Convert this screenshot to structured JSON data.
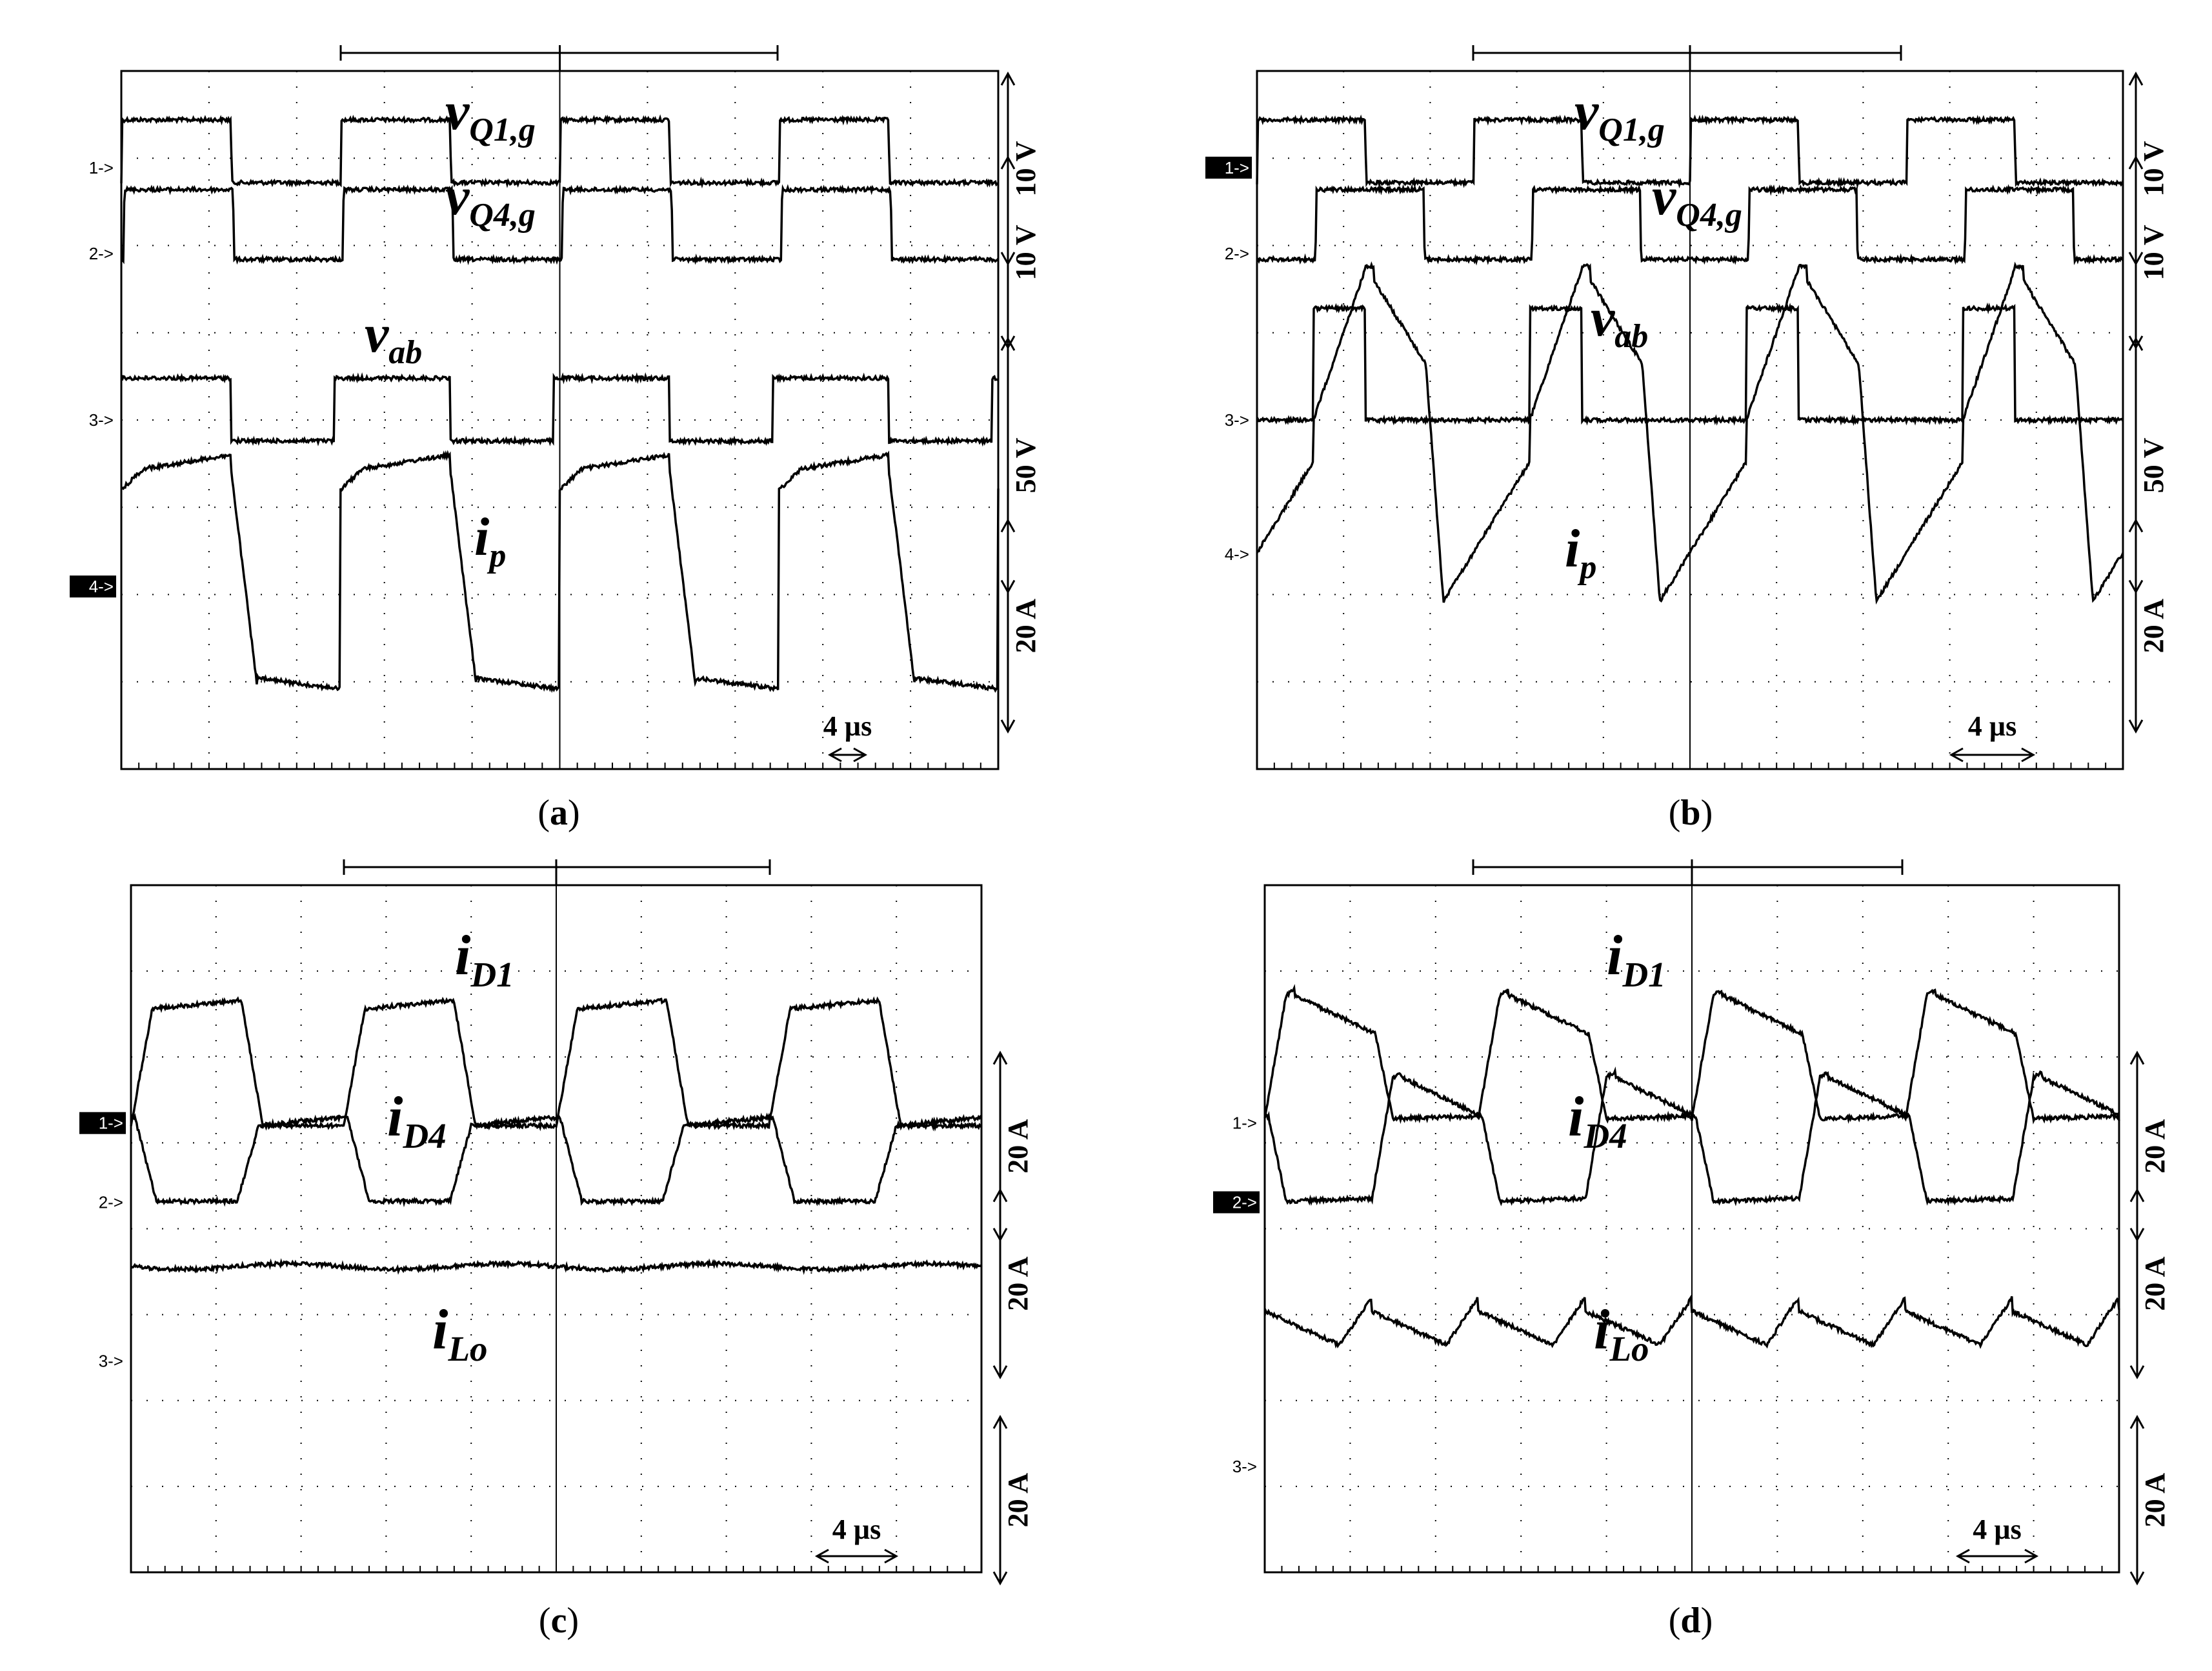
{
  "chart_data": [
    {
      "type": "line",
      "caption": "a",
      "time_scale_label": "4 µs",
      "channels": [
        {
          "marker": "1->",
          "highlighted": false,
          "scale_label": "10 V",
          "signal_label": {
            "main": "v",
            "sub": "Q1,g"
          }
        },
        {
          "marker": "2->",
          "highlighted": false,
          "scale_label": "10 V",
          "signal_label": {
            "main": "v",
            "sub": "Q4,g"
          }
        },
        {
          "marker": "3->",
          "highlighted": false,
          "scale_label": "50 V",
          "signal_label": {
            "main": "v",
            "sub": "ab"
          }
        },
        {
          "marker": "4->",
          "highlighted": true,
          "scale_label": "20 A",
          "signal_label": {
            "main": "i",
            "sub": "p"
          }
        }
      ]
    },
    {
      "type": "line",
      "caption": "b",
      "time_scale_label": "4 µs",
      "channels": [
        {
          "marker": "1->",
          "highlighted": true,
          "scale_label": "10 V",
          "signal_label": {
            "main": "v",
            "sub": "Q1,g"
          }
        },
        {
          "marker": "2->",
          "highlighted": false,
          "scale_label": "10 V",
          "signal_label": {
            "main": "v",
            "sub": "Q4,g"
          }
        },
        {
          "marker": "3->",
          "highlighted": false,
          "scale_label": "50 V",
          "signal_label": {
            "main": "v",
            "sub": "ab"
          }
        },
        {
          "marker": "4->",
          "highlighted": false,
          "scale_label": "20 A",
          "signal_label": {
            "main": "i",
            "sub": "p"
          }
        }
      ]
    },
    {
      "type": "line",
      "caption": "c",
      "time_scale_label": "4 µs",
      "channels": [
        {
          "marker": "1->",
          "highlighted": true,
          "scale_label": "20 A",
          "signal_label": {
            "main": "i",
            "sub": "D1"
          }
        },
        {
          "marker": "2->",
          "highlighted": false,
          "scale_label": "20 A",
          "signal_label": {
            "main": "i",
            "sub": "D4"
          }
        },
        {
          "marker": "3->",
          "highlighted": false,
          "scale_label": "20 A",
          "signal_label": {
            "main": "i",
            "sub": "Lo"
          }
        }
      ]
    },
    {
      "type": "line",
      "caption": "d",
      "time_scale_label": "4 µs",
      "channels": [
        {
          "marker": "1->",
          "highlighted": false,
          "scale_label": "20 A",
          "signal_label": {
            "main": "i",
            "sub": "D1"
          }
        },
        {
          "marker": "2->",
          "highlighted": true,
          "scale_label": "20 A",
          "signal_label": {
            "main": "i",
            "sub": "D4"
          }
        },
        {
          "marker": "3->",
          "highlighted": false,
          "scale_label": "20 A",
          "signal_label": {
            "main": "i",
            "sub": "Lo"
          }
        }
      ]
    }
  ]
}
